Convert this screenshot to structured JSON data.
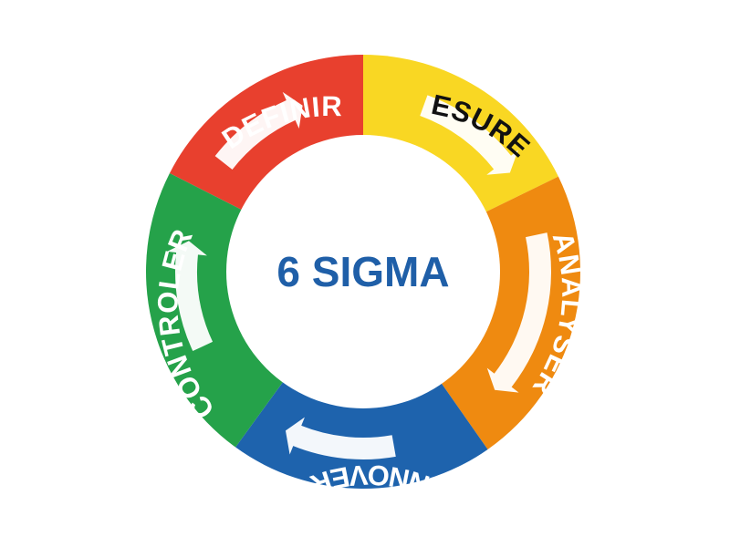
{
  "center": {
    "title": "6 SIGMA",
    "color": "#1f5fa8"
  },
  "steps": [
    {
      "label": "DEFINIR",
      "color": "#e8402e",
      "text_color": "#ffffff"
    },
    {
      "label": "MESURER",
      "color": "#f9d723",
      "text_color": "#111111"
    },
    {
      "label": "ANALYSER",
      "color": "#ef8a10",
      "text_color": "#ffffff"
    },
    {
      "label": "INNOVER",
      "color": "#1e63ad",
      "text_color": "#ffffff"
    },
    {
      "label": "CONTROLER",
      "color": "#25a24a",
      "text_color": "#ffffff"
    }
  ],
  "arrow_color": "#ffffff",
  "cycle_direction": "clockwise"
}
